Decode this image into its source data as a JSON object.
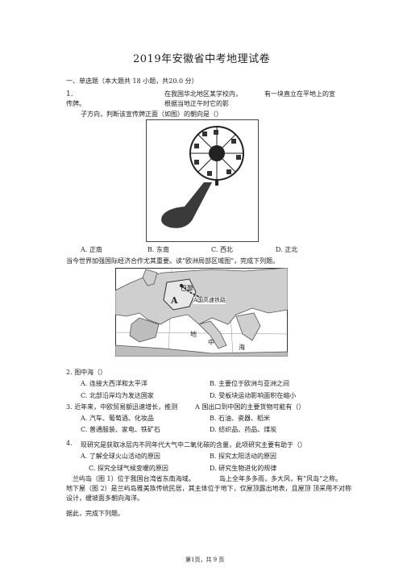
{
  "title": "2019年安徽省中考地理试卷",
  "section": "一、单选题（本大题共 18 小题，共20.0 分）",
  "q1": {
    "number": "1.",
    "line1_mid": "在我国华北地区某学校内，",
    "line1_right": "有一块直立在平地上的宣",
    "line2_left": "传牌。",
    "line2_mid": "根据当地正午时它的影",
    "line3": "子方向，判断该宣传牌正面（如图）的朝向是（）",
    "options": [
      {
        "letter": "A.",
        "text": "正南"
      },
      {
        "letter": "B.",
        "text": "东南"
      },
      {
        "letter": "C.",
        "text": "西北"
      },
      {
        "letter": "D.",
        "text": "正北"
      }
    ]
  },
  "intro2": "当今世界加强国际经济合作尤其重要。读“欧洲局部区域图”，完成下列题。",
  "map": {
    "label_a": "A",
    "label_paris": "巴黎",
    "label_rail": "A国高速铁路",
    "label_sea1": "地",
    "label_sea2": "中",
    "label_sea3": "海"
  },
  "q2": {
    "number": "2.",
    "stem": "图中海（）",
    "options": [
      {
        "letter": "A.",
        "text": "连接大西洋和太平洋"
      },
      {
        "letter": "B.",
        "text": "主要位于欧洲与亚洲之间"
      },
      {
        "letter": "C.",
        "text": "北部沿岸均为发达国家"
      },
      {
        "letter": "D.",
        "text": "受板块运动影响面积在缩小"
      }
    ]
  },
  "q3": {
    "number": "3.",
    "stem_left": "近年来，中欧贸易额迅速增长，推测",
    "stem_right": "A 国出口到中国的主要货物可能有（）",
    "options": [
      {
        "letter": "A.",
        "text": "汽车、葡萄酒、化妆品"
      },
      {
        "letter": "B.",
        "text": "石油、瓷器、稻米"
      },
      {
        "letter": "C.",
        "text": "普通服装、家电、铁矿石"
      },
      {
        "letter": "D.",
        "text": "纺织品、药品、煤炭"
      }
    ]
  },
  "q4": {
    "number": "4.",
    "stem": "现研究是获取冰层内不同年代大气中二氧化碳的含量，此项研究主要有助于（）",
    "options": [
      {
        "letter": "A.",
        "text": "了解全球火山活动的原因"
      },
      {
        "letter": "B.",
        "text": "探究太阳活动的原因"
      },
      {
        "letter": "C.",
        "text": "探究全球气候变暖的原因"
      },
      {
        "letter": "D.",
        "text": "研究生物进化的规律"
      }
    ]
  },
  "passage": {
    "line1_left": "兰屿岛（图 1）位于我国台湾省东南海域。",
    "line1_right": "岛上全年多多雨，多大风，有“风岛”之称。",
    "line2": "地下屋（图 2）是兰屿岛雅美族传统民居，其主体位于地下，仅屋顶露出地表，且屋顶 顶采用不对称",
    "line3": "设计，缓坡面多朝向海洋。",
    "line4": "据此，完成下列题。"
  },
  "footer": "第1页，共 9 页",
  "colors": {
    "ink": "#222222",
    "shadow": "#3a3a3a",
    "map_land": "#cfcfcf",
    "map_sea": "#ffffff",
    "map_dark": "#555555"
  }
}
